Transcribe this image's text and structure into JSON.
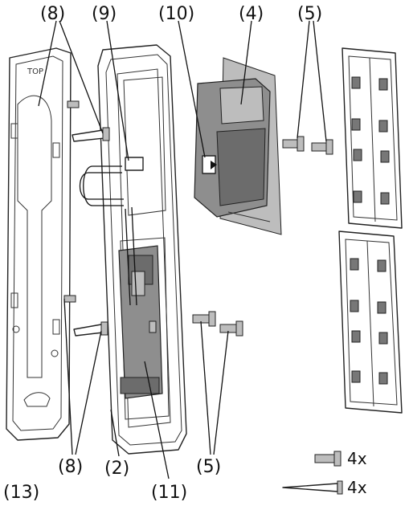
{
  "callouts": {
    "c8_top": "(8)",
    "c9": "(9)",
    "c10": "(10)",
    "c4": "(4)",
    "c5_top": "(5)",
    "c13": "(13)",
    "c8_bottom": "(8)",
    "c2": "(2)",
    "c11": "(11)",
    "c5_bottom": "(5)"
  },
  "embossed_text": "TOP",
  "quantities": {
    "machine_screw": "4x",
    "wood_screw": "4x"
  },
  "colors": {
    "line": "#111111",
    "module_fill": "#8e8e8e",
    "background": "#ffffff"
  }
}
